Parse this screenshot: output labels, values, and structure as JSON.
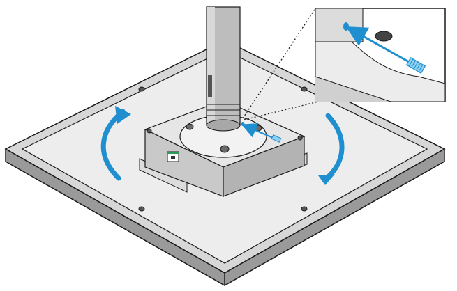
{
  "figure": {
    "kind": "installation-diagram",
    "subject": "ceiling-tile-mount-with-pole",
    "has_text": false
  },
  "colors": {
    "outline": "#1a1a1a",
    "tile_light": "#ededed",
    "tile_mid": "#d7d7d7",
    "tile_dark": "#9a9a9a",
    "metal": "#c9c9c9",
    "metal_dark": "#8f8f8f",
    "accent_blue": "#1f8fd0",
    "ethernet_green": "#2e9b5c"
  },
  "callout": {
    "style": "dotted-leader-to-inset",
    "inset_shows": "screw-insertion-detail"
  },
  "arrows": [
    {
      "name": "rotate-left",
      "direction": "counter-clockwise"
    },
    {
      "name": "rotate-right",
      "direction": "clockwise"
    },
    {
      "name": "insert-screw",
      "direction": "into-base"
    }
  ],
  "icons": [
    "ethernet-port-icon",
    "rotation-arrow-icon",
    "screw-icon"
  ]
}
